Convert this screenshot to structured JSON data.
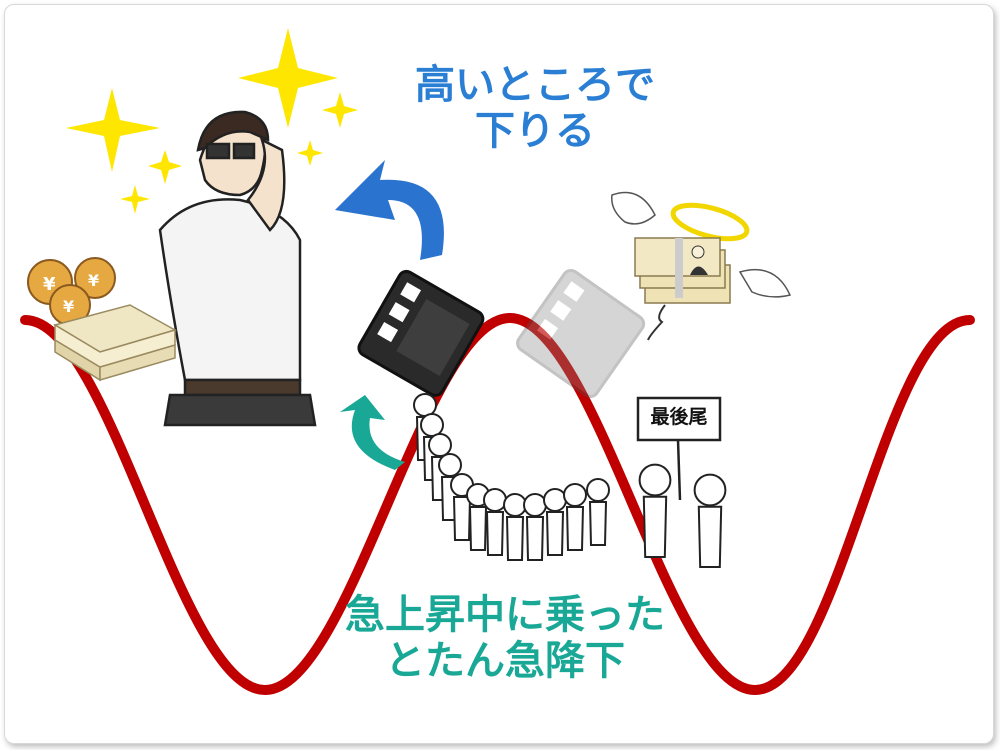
{
  "captions": {
    "top": [
      "高いところで",
      "下りる"
    ],
    "bottom": [
      "急上昇中に乗った",
      "とたん急降下"
    ]
  },
  "sign": "最後尾",
  "colors": {
    "curve": "#c00000",
    "top_caption": "#2a7fd4",
    "bottom_caption": "#1aa896",
    "blue_arrow": "#2a73cf",
    "teal_arrow": "#1aa896",
    "sparkle": "#ffe600",
    "halo": "#f2d600"
  }
}
